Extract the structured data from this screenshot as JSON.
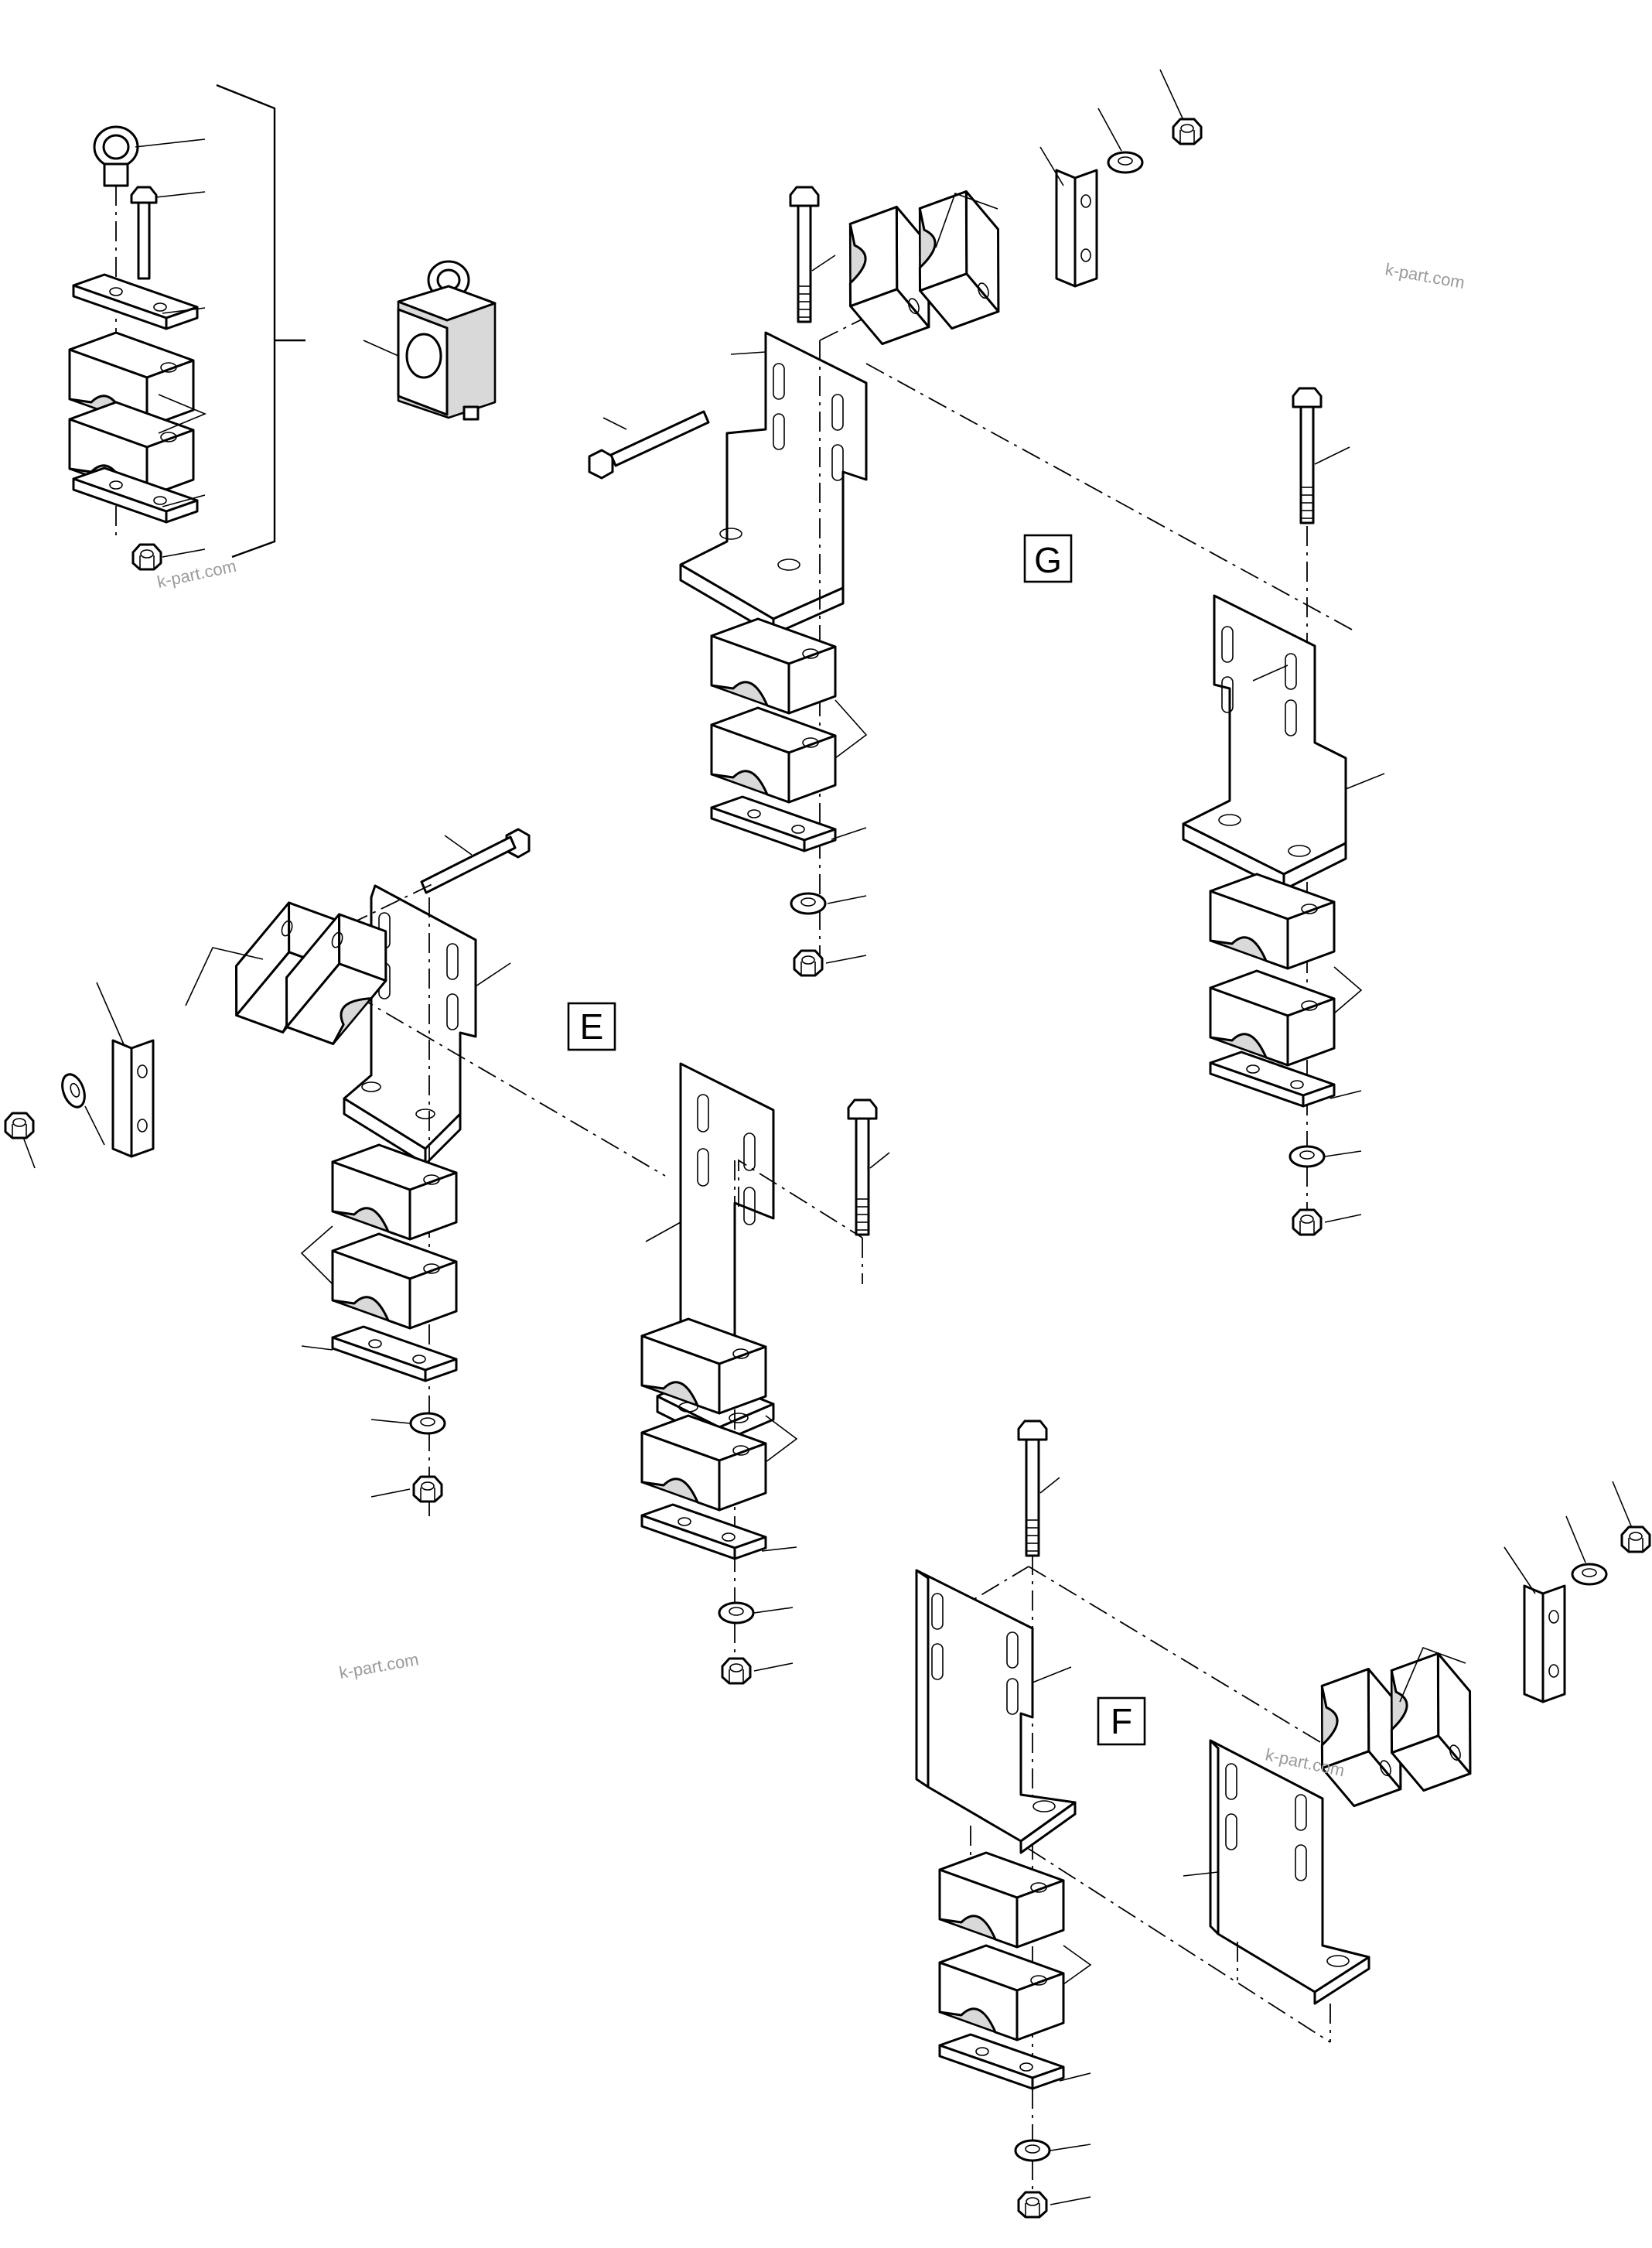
{
  "section_labels": {
    "g": "G",
    "e": "E",
    "f": "F"
  },
  "watermark": "k-part.com"
}
